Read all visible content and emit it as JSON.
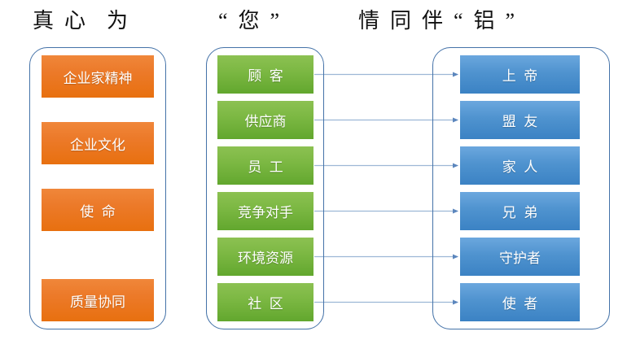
{
  "title": {
    "full": "真 心 为 “ 您 ” 情 同 伴 “ 铝 ”",
    "segment_1": "真  心    为",
    "segment_2": "“  您  ”",
    "segment_3": "情  同  伴  “  铝  ”"
  },
  "colors": {
    "orange": "#e8700f",
    "orange_light": "#f0873a",
    "green": "#62a72e",
    "green_light": "#8cc152",
    "blue": "#3b82c4",
    "blue_light": "#6ba7de",
    "frame_border": "#4472a8",
    "arrow": "#9db7d6",
    "text_dark": "#111111",
    "chip_text": "#ffffff",
    "background": "#ffffff"
  },
  "columns": {
    "left": {
      "name": "values-column",
      "items": [
        {
          "label": "企业家精神"
        },
        {
          "label": "企业文化"
        },
        {
          "label": "使  命"
        },
        {
          "label": "质量协同"
        }
      ]
    },
    "middle": {
      "name": "stakeholders-column",
      "items": [
        {
          "label": "顾  客"
        },
        {
          "label": "供应商"
        },
        {
          "label": "员  工"
        },
        {
          "label": "竞争对手"
        },
        {
          "label": "环境资源"
        },
        {
          "label": "社  区"
        }
      ]
    },
    "right": {
      "name": "roles-column",
      "items": [
        {
          "label": "上  帝"
        },
        {
          "label": "盟  友"
        },
        {
          "label": "家  人"
        },
        {
          "label": "兄  弟"
        },
        {
          "label": "守护者"
        },
        {
          "label": "使  者"
        }
      ]
    }
  },
  "connections": [
    {
      "from": "顾  客",
      "to": "上  帝"
    },
    {
      "from": "供应商",
      "to": "盟  友"
    },
    {
      "from": "员  工",
      "to": "家  人"
    },
    {
      "from": "竞争对手",
      "to": "兄  弟"
    },
    {
      "from": "环境资源",
      "to": "守护者"
    },
    {
      "from": "社  区",
      "to": "使  者"
    }
  ]
}
